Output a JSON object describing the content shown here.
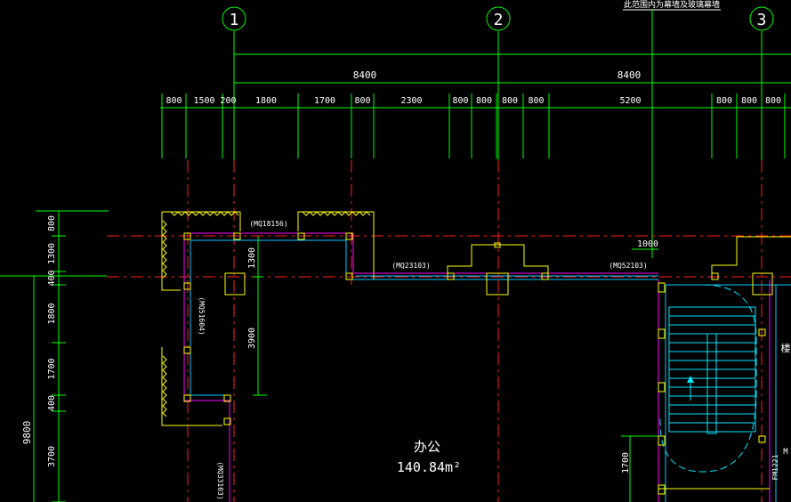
{
  "colors": {
    "background": "#000000",
    "grid_axis": "#00ff00",
    "dimension": "#00ff00",
    "dimension_text": "#ffffff",
    "center_line": "#ff2020",
    "wall_outline": "#ffff00",
    "wall_inner": "#00c8ff",
    "wall_mid": "#ff00ff",
    "column": "#ffff00",
    "stair": "#00e5ff",
    "room_text": "#ffffff"
  },
  "header": {
    "note": "此范围内为幕墙及玻璃幕墙"
  },
  "axes": [
    {
      "label": "1"
    },
    {
      "label": "2"
    },
    {
      "label": "3"
    }
  ],
  "dims_total": [
    {
      "label": "8400"
    },
    {
      "label": "8400"
    }
  ],
  "dims_detail": [
    {
      "label": "800"
    },
    {
      "label": "1500"
    },
    {
      "label": "200"
    },
    {
      "label": "1800"
    },
    {
      "label": "1700"
    },
    {
      "label": "800"
    },
    {
      "label": "2300"
    },
    {
      "label": "800"
    },
    {
      "label": "800"
    },
    {
      "label": "800"
    },
    {
      "label": "800"
    },
    {
      "label": "5200"
    },
    {
      "label": "800"
    },
    {
      "label": "800"
    },
    {
      "label": "800"
    }
  ],
  "dims_left": [
    {
      "label": "800"
    },
    {
      "label": "1300"
    },
    {
      "label": "400"
    },
    {
      "label": "1800"
    },
    {
      "label": "1700"
    },
    {
      "label": "400"
    },
    {
      "label": "3700"
    }
  ],
  "dim_left_total": "9800",
  "dims_inner": [
    {
      "label": "1300"
    },
    {
      "label": "3900"
    },
    {
      "label": "1000"
    },
    {
      "label": "1700"
    }
  ],
  "tags": [
    {
      "label": "(MQ18156)"
    },
    {
      "label": "(MQ23103)"
    },
    {
      "label": "(MQ52103)"
    },
    {
      "label": "(MQ51604)"
    },
    {
      "label": "(MQ33103)"
    },
    {
      "label": "FM1221"
    },
    {
      "label": "M"
    }
  ],
  "room": {
    "name": "办公",
    "area": "140.84m²"
  },
  "side_label": "楼"
}
